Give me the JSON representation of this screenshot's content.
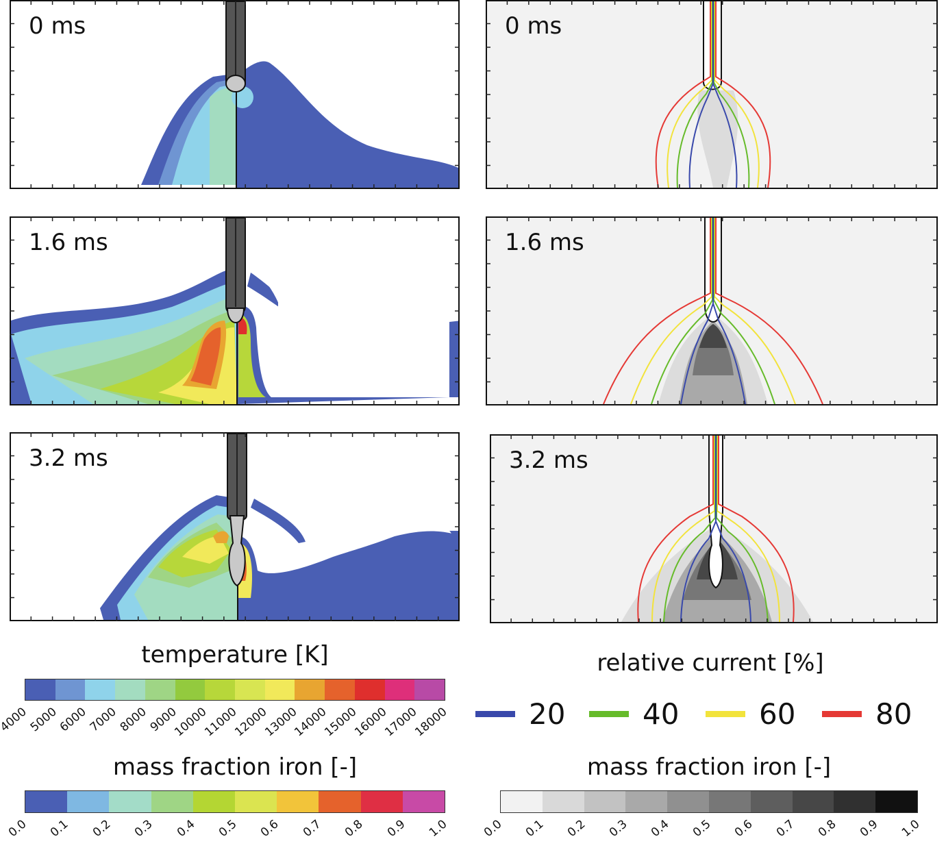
{
  "panels_left": [
    {
      "time": "0 ms"
    },
    {
      "time": "1.6 ms"
    },
    {
      "time": "3.2 ms"
    }
  ],
  "panels_right": [
    {
      "time": "0 ms"
    },
    {
      "time": "1.6 ms"
    },
    {
      "time": "3.2 ms"
    }
  ],
  "temperature_bar": {
    "title": "temperature [K]",
    "colors": [
      "#4a5fb4",
      "#6f95d2",
      "#8fd3ea",
      "#a3dcc0",
      "#9fd585",
      "#93ca3e",
      "#b7d73a",
      "#d8e552",
      "#f1e95a",
      "#e8a531",
      "#e5622c",
      "#df2f2d",
      "#de2f7a",
      "#b84aa6"
    ],
    "ticks": [
      "4000",
      "5000",
      "6000",
      "7000",
      "8000",
      "9000",
      "10000",
      "11000",
      "12000",
      "13000",
      "14000",
      "15000",
      "16000",
      "17000",
      "18000"
    ]
  },
  "iron_color_bar": {
    "title": "mass fraction iron [-]",
    "colors": [
      "#4a5fb4",
      "#7fb8e2",
      "#a3dcc8",
      "#9fd585",
      "#b4d633",
      "#dbe450",
      "#f2c43a",
      "#e5622c",
      "#df2f44",
      "#c84aa6"
    ],
    "ticks": [
      "0.0",
      "0.1",
      "0.2",
      "0.3",
      "0.4",
      "0.5",
      "0.6",
      "0.7",
      "0.8",
      "0.9",
      "1.0"
    ]
  },
  "current_legend": {
    "title": "relative current [%]",
    "items": [
      {
        "value": "20",
        "color": "#3949ab"
      },
      {
        "value": "40",
        "color": "#66bb2a"
      },
      {
        "value": "60",
        "color": "#f2e33c"
      },
      {
        "value": "80",
        "color": "#e53935"
      }
    ]
  },
  "iron_gray_bar": {
    "title": "mass fraction iron [-]",
    "colors": [
      "#f2f2f2",
      "#d9d9d9",
      "#c2c2c2",
      "#a9a9a9",
      "#909090",
      "#777777",
      "#5e5e5e",
      "#474747",
      "#303030",
      "#111111"
    ],
    "ticks": [
      "0.0",
      "0.1",
      "0.2",
      "0.3",
      "0.4",
      "0.5",
      "0.6",
      "0.7",
      "0.8",
      "0.9",
      "1.0"
    ]
  }
}
